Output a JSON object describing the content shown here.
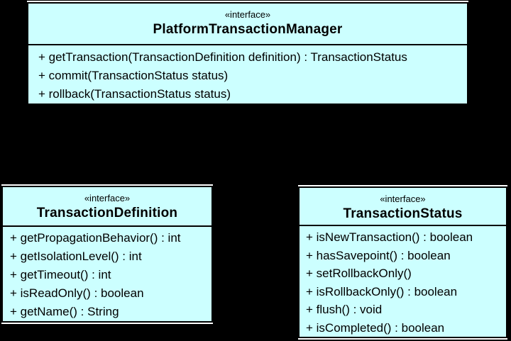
{
  "diagram": {
    "kind": "uml-class-diagram",
    "background_color": "#000000",
    "box_fill_color": "#CCFFFF",
    "box_border_color": "#000000",
    "halo_line_color": "#FFFFFF",
    "text_color": "#000000"
  },
  "classes": [
    {
      "id": "platform-transaction-manager",
      "stereotype": "«interface»",
      "name": "PlatformTransactionManager",
      "methods": [
        "+ getTransaction(TransactionDefinition definition) : TransactionStatus",
        "+ commit(TransactionStatus status)",
        "+ rollback(TransactionStatus status)"
      ]
    },
    {
      "id": "transaction-definition",
      "stereotype": "«interface»",
      "name": "TransactionDefinition",
      "methods": [
        "+ getPropagationBehavior() : int",
        "+ getIsolationLevel() : int",
        "+ getTimeout() : int",
        "+ isReadOnly() : boolean",
        "+ getName() : String"
      ]
    },
    {
      "id": "transaction-status",
      "stereotype": "«interface»",
      "name": "TransactionStatus",
      "methods": [
        "+ isNewTransaction() : boolean",
        "+ hasSavepoint() : boolean",
        "+ setRollbackOnly()",
        "+ isRollbackOnly() : boolean",
        "+ flush() : void",
        "+ isCompleted() : boolean"
      ]
    }
  ]
}
